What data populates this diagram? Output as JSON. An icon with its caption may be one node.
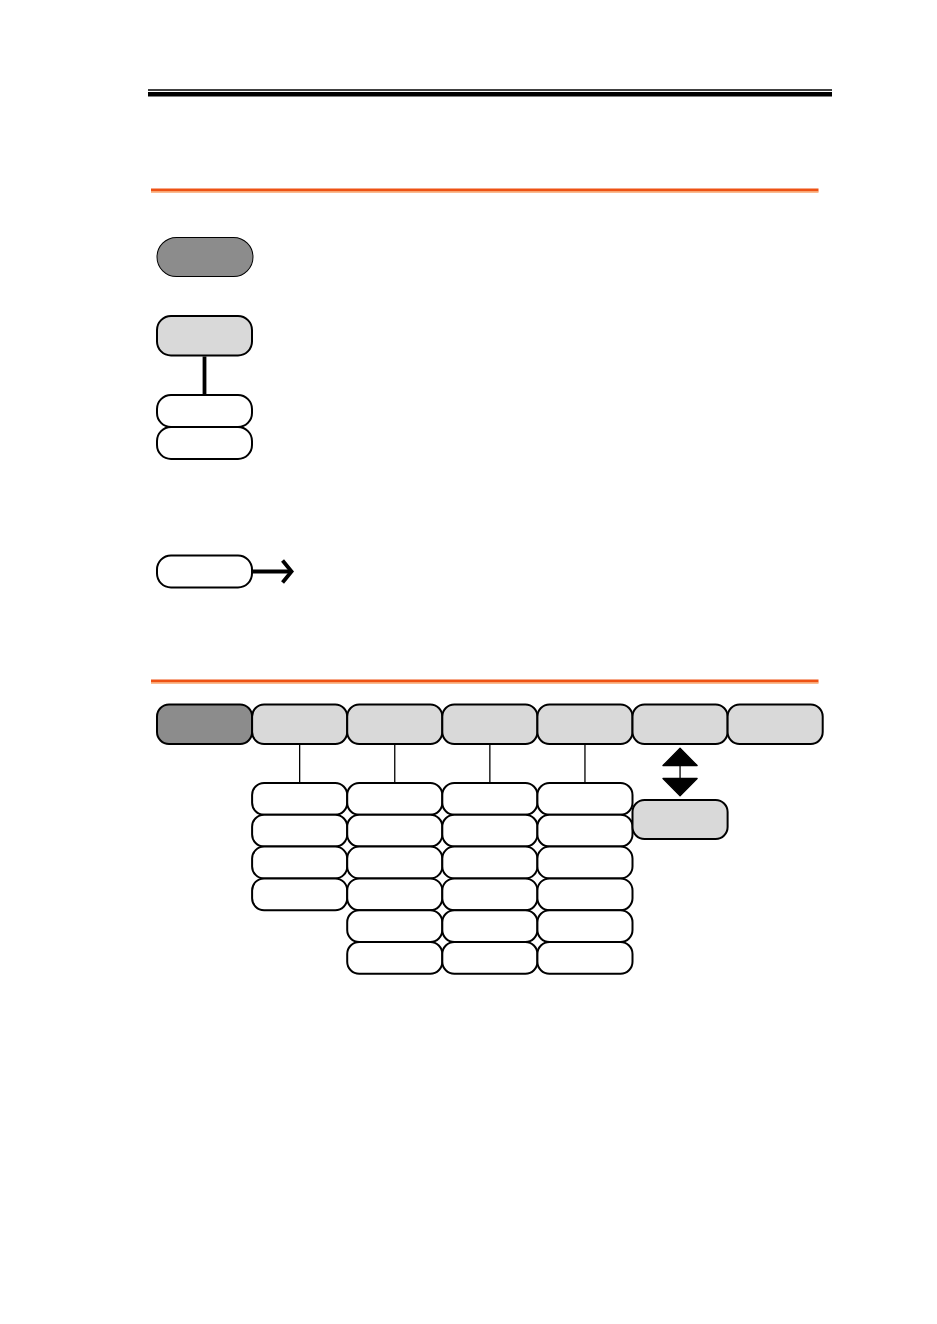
{
  "diagram": {
    "nodes": [
      {
        "text": [],
        "shape": "box"
      },
      {
        "text": [],
        "shape": "box"
      },
      {
        "text": [],
        "shape": "box"
      },
      {
        "text": [],
        "shape": "box"
      },
      {
        "text": [],
        "shape": "box"
      },
      {
        "text": [],
        "shape": "box"
      },
      {
        "text": [],
        "shape": "box"
      },
      {
        "text": [],
        "shape": "box"
      },
      {
        "text": [],
        "shape": "box"
      },
      {
        "text": [],
        "shape": "box"
      },
      {
        "text": [],
        "shape": "box"
      },
      {
        "text": [],
        "shape": "box"
      },
      {
        "text": [],
        "shape": "box"
      },
      {
        "text": [],
        "shape": "box"
      },
      {
        "text": [],
        "shape": "box"
      },
      {
        "text": [],
        "shape": "box"
      },
      {
        "text": [],
        "shape": "box"
      },
      {
        "text": [],
        "shape": "box"
      },
      {
        "text": [],
        "shape": "box"
      },
      {
        "text": [],
        "shape": "box"
      },
      {
        "text": [],
        "shape": "box"
      },
      {
        "text": [],
        "shape": "box"
      },
      {
        "text": [],
        "shape": "box"
      },
      {
        "text": [],
        "shape": "box"
      },
      {
        "text": [],
        "shape": "box"
      },
      {
        "text": [],
        "shape": "box"
      },
      {
        "text": [],
        "shape": "box"
      },
      {
        "text": [],
        "shape": "box"
      },
      {
        "text": [],
        "shape": "box"
      },
      {
        "text": [],
        "shape": "box"
      },
      {
        "text": [],
        "shape": "box"
      },
      {
        "text": [],
        "shape": "box"
      },
      {
        "text": [],
        "shape": "box"
      },
      {
        "text": [],
        "shape": "box"
      },
      {
        "text": [],
        "shape": "box"
      }
    ],
    "edges": [
      {
        "from": 1,
        "to": 2,
        "arrow": "none",
        "style": "thick"
      },
      {
        "from": 4,
        "to": null,
        "arrow": "to",
        "style": "thick"
      },
      {
        "from": 6,
        "to": 12,
        "arrow": "none"
      },
      {
        "from": 7,
        "to": 16,
        "arrow": "none"
      },
      {
        "from": 8,
        "to": 22,
        "arrow": "none"
      },
      {
        "from": 9,
        "to": 28,
        "arrow": "none"
      },
      {
        "from": 10,
        "to": 34,
        "arrow": "both"
      }
    ]
  }
}
